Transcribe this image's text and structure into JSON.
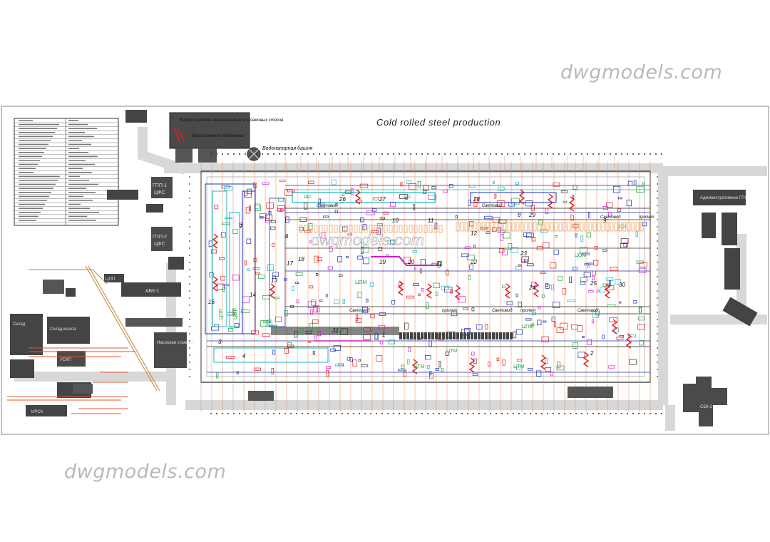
{
  "watermark_top": "dwgmodels.com",
  "watermark_bottom": "dwgmodels.com",
  "drawing": {
    "title": "Cold rolled steel production",
    "center_watermark": "dwgmodels.com",
    "header_box_text_1": "Корпус очистки эмульсионных и шламовых стоков",
    "header_box_text_2": "Эмульсионное отделение",
    "water_tower": "Водонапорная башня",
    "gpp1": "ГПП-1",
    "gpp1b": "ЦФС",
    "gpp2": "ГПП-2",
    "gpp2b": "ЦФС",
    "cpp": "ЦПП",
    "abk1": "АБК-1",
    "sklad_left": "Склад",
    "sklad_mid": "Склад масла",
    "pump_station": "Насосная станция",
    "uskp": "УСКП",
    "ipsk": "ИРСК",
    "admin": "Административное ГПП",
    "abk2": "СБК-2",
    "shs": "ШС",
    "spm": "ЦПМ",
    "ctm": "ЦТМ",
    "ctsom": "ЦОМ",
    "svetovod": "Световод",
    "prolet": "пролет",
    "numbers": [
      "26",
      "27",
      "28",
      "29",
      "10",
      "11",
      "12",
      "8",
      "9",
      "7",
      "6",
      "13",
      "14",
      "16",
      "17",
      "18",
      "19",
      "20",
      "21",
      "22",
      "23",
      "24",
      "25",
      "30",
      "31",
      "1",
      "2",
      "3",
      "4",
      "5"
    ]
  },
  "colors": {
    "frame": "#999999",
    "building": "#444444",
    "outline": "#222222",
    "red": "#e8191c",
    "orange": "#e4572e",
    "blue": "#1b2fb8",
    "cyan": "#18b6c7",
    "green": "#23a33a",
    "magenta": "#d21bd2",
    "road": "#dcdcdc"
  }
}
